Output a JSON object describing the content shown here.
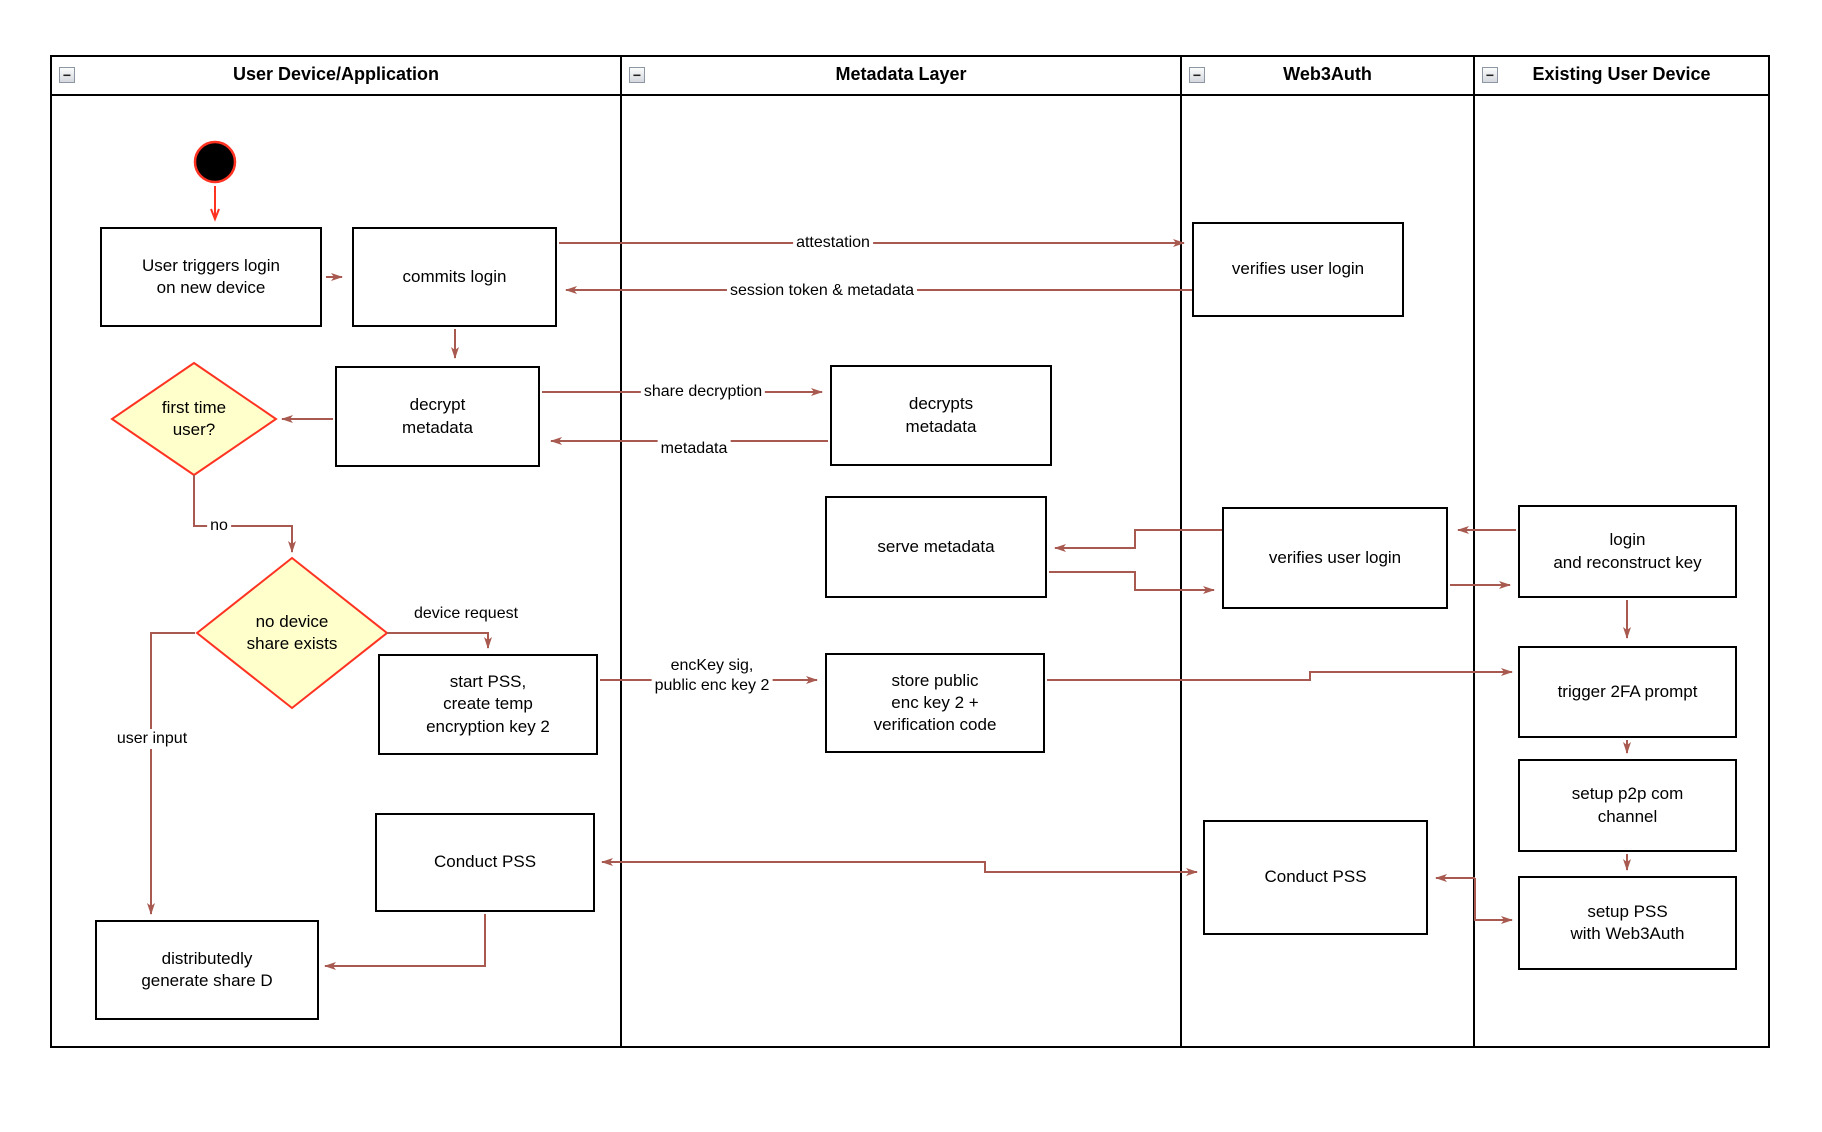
{
  "colors": {
    "edge": "#a85a50",
    "accent_red": "#ff3322",
    "decision_fill": "#ffffcc",
    "node_border": "#000000",
    "bg": "#ffffff"
  },
  "collapse_glyph": "−",
  "lanes": [
    {
      "label": "User Device/Application"
    },
    {
      "label": "Metadata Layer"
    },
    {
      "label": "Web3Auth"
    },
    {
      "label": "Existing User Device"
    }
  ],
  "nodes": {
    "user_triggers": "User triggers login\non new device",
    "commits_login": "commits login",
    "verifies_login_top": "verifies user login",
    "decrypt_metadata": "decrypt\nmetadata",
    "decrypts_metadata": "decrypts\nmetadata",
    "serve_metadata": "serve metadata",
    "verifies_login_mid": "verifies user login",
    "login_reconstruct": "login\nand reconstruct key",
    "start_pss": "start PSS,\ncreate temp\nencryption key 2",
    "store_public": "store public\nenc key 2 +\nverification code",
    "trigger_2fa": "trigger 2FA prompt",
    "setup_p2p": "setup p2p com\nchannel",
    "setup_pss": "setup PSS\nwith Web3Auth",
    "conduct_pss_left": "Conduct PSS",
    "conduct_pss_right": "Conduct PSS",
    "distributed_share": "distributedly\ngenerate share D"
  },
  "decisions": {
    "first_time": "first time\nuser?",
    "no_device_share": "no device\nshare exists"
  },
  "edge_labels": {
    "attestation": "attestation",
    "session_token": "session token & metadata",
    "share_decryption": "share decryption",
    "metadata": "metadata",
    "no": "no",
    "device_request": "device request",
    "enckey": "encKey sig,\npublic enc key 2",
    "user_input": "user input"
  }
}
